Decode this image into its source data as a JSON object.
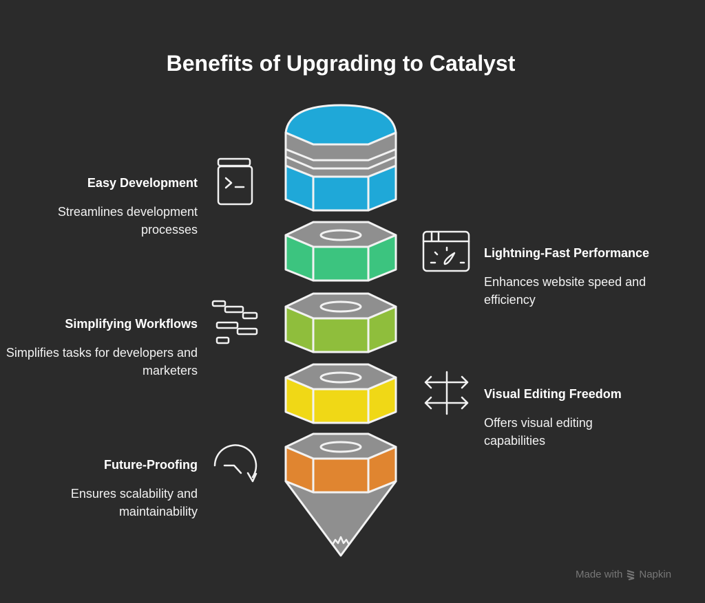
{
  "title": "Benefits of Upgrading to Catalyst",
  "items": [
    {
      "heading": "Easy Development",
      "description": "Streamlines development processes",
      "side": "left",
      "icon": "terminal-book-icon",
      "color": "#1fa8d8"
    },
    {
      "heading": "Lightning-Fast Performance",
      "description": "Enhances website speed and efficiency",
      "side": "right",
      "icon": "speed-gauge-icon",
      "color": "#3cc47f"
    },
    {
      "heading": "Simplifying Workflows",
      "description": "Simplifies tasks for developers and marketers",
      "side": "left",
      "icon": "gantt-steps-icon",
      "color": "#8fbe3c"
    },
    {
      "heading": "Visual Editing Freedom",
      "description": "Offers visual editing capabilities",
      "side": "right",
      "icon": "move-arrows-icon",
      "color": "#f0d816"
    },
    {
      "heading": "Future-Proofing",
      "description": "Ensures scalability and maintainability",
      "side": "left",
      "icon": "rotate-clock-icon",
      "color": "#e08530"
    }
  ],
  "footer": {
    "made_with": "Made with",
    "brand": "Napkin"
  }
}
